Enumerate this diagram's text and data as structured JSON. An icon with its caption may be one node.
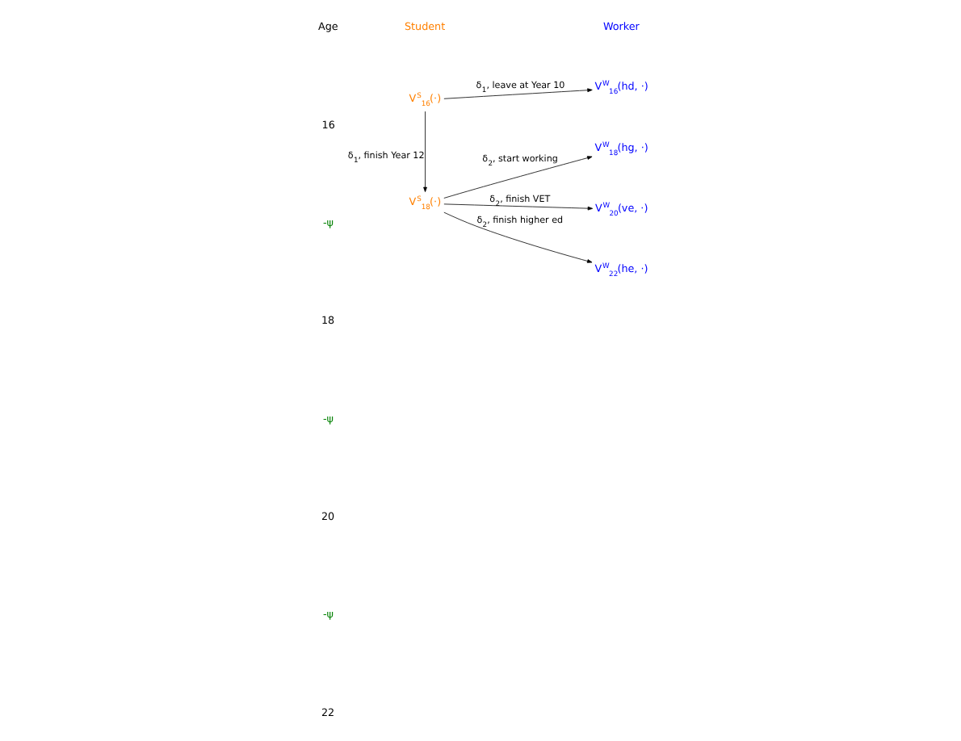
{
  "diagram": {
    "nodes": [
      {
        "text": [
          "V$^{S}$$_{16}$(·)"
        ]
      },
      {
        "text": [
          "V$^{S}$$_{18}$(·)"
        ]
      },
      {
        "text": [
          "V$^{W}$$_{16}$(hd, ·)"
        ]
      },
      {
        "text": [
          "V$^{W}$$_{18}$(hg, ·)"
        ]
      },
      {
        "text": [
          "V$^{W}$$_{20}$(ve, ·)"
        ]
      },
      {
        "text": [
          "V$^{W}$$_{22}$(he, ·)"
        ]
      }
    ],
    "edges": [
      {
        "from": 0,
        "to": 2,
        "arrow": "to",
        "label": "δ$_{1}$, leave at Year 10"
      },
      {
        "from": 0,
        "to": 1,
        "arrow": "to",
        "label": "δ$_{1}$, finish Year 12"
      },
      {
        "from": 1,
        "to": 3,
        "arrow": "to",
        "label": "δ$_{2}$, start working"
      },
      {
        "from": 1,
        "to": 4,
        "arrow": "to",
        "label": "δ$_{2}$, finish VET"
      },
      {
        "from": 1,
        "to": 5,
        "arrow": "to",
        "label": "δ$_{2}$, finish higher ed"
      }
    ],
    "labels": [
      "Age",
      "Student",
      "Worker",
      "16",
      "-ψ",
      "18",
      "-ψ",
      "20",
      "-ψ",
      "22"
    ]
  }
}
